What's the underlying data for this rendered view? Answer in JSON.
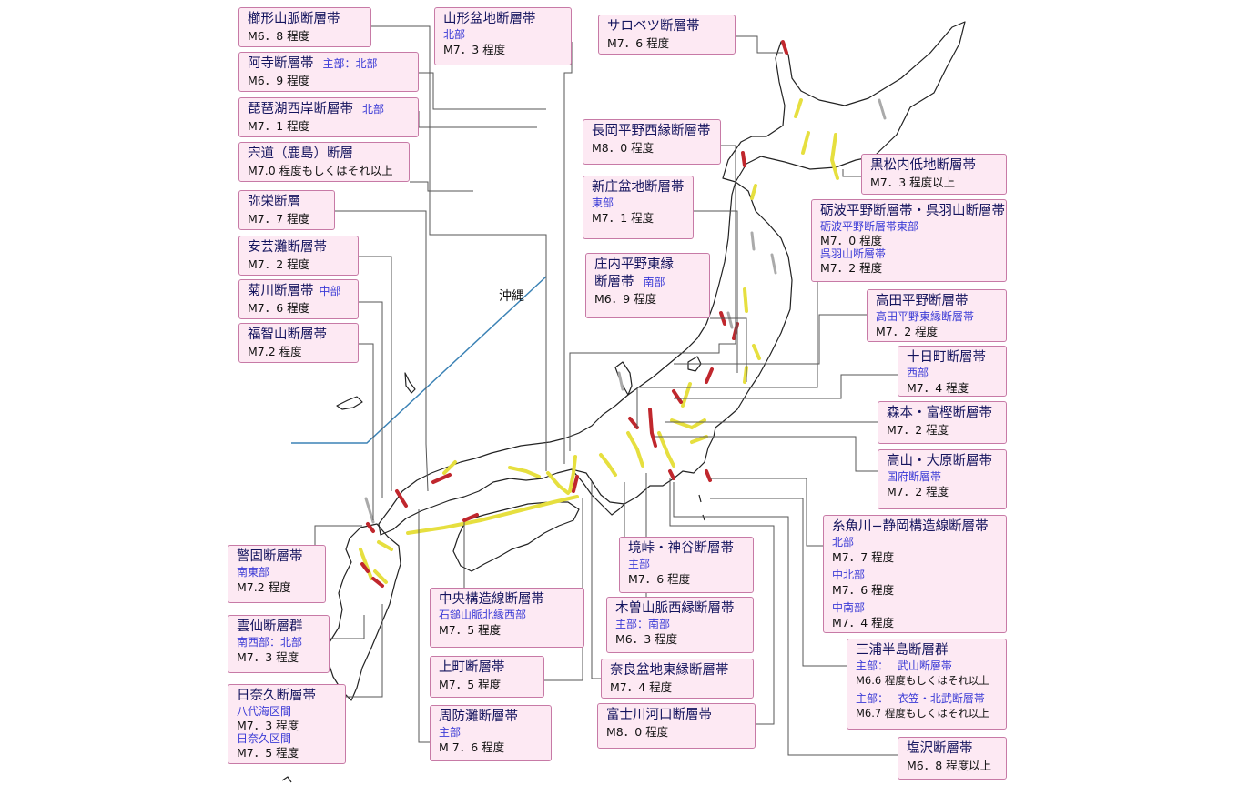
{
  "map_label": "沖縄",
  "colors": {
    "box_bg": "#fde9f3",
    "box_border": "#c77aa6",
    "title": "#14145e",
    "sub": "#3b3bd6",
    "fault_high": "#c0272d",
    "fault_mid": "#e6df3f",
    "fault_low": "#aaaaaa",
    "okinawa_line": "#3b82b5"
  },
  "boxes": {
    "b1": {
      "title": "櫛形山脈断層帯",
      "mag": "M6．8 程度"
    },
    "b2": {
      "title": "阿寺断層帯",
      "tsub": "主部：北部",
      "mag": "M6．9 程度"
    },
    "b3": {
      "title": "琵琶湖西岸断層帯",
      "tsub": "北部",
      "mag": "M7．1 程度"
    },
    "b4": {
      "title": "宍道（鹿島）断層",
      "mag": "M7.0 程度もしくはそれ以上"
    },
    "b5": {
      "title": "弥栄断層",
      "mag": "M7．7 程度"
    },
    "b6": {
      "title": "安芸灘断層帯",
      "mag": "M7．2 程度"
    },
    "b7": {
      "title": "菊川断層帯",
      "tsub": "中部",
      "mag": "M7．6 程度"
    },
    "b8": {
      "title": "福智山断層帯",
      "mag": "M7.2 程度"
    },
    "b9": {
      "title": "警固断層帯",
      "sub": "南東部",
      "mag": "M7.2 程度"
    },
    "b10": {
      "title": "雲仙断層群",
      "sub": "南西部：北部",
      "mag": "M7．3 程度"
    },
    "b11": {
      "title": "日奈久断層帯",
      "sub1": "八代海区間",
      "mag1": "M7．3 程度",
      "sub2": "日奈久区間",
      "mag2": "M7．5 程度"
    },
    "b12": {
      "title": "山形盆地断層帯",
      "sub": "北部",
      "mag": "M7．3 程度"
    },
    "b13": {
      "title": "サロベツ断層帯",
      "mag": "M7．6 程度"
    },
    "b14": {
      "title": "長岡平野西縁断層帯",
      "mag": "M8．0 程度"
    },
    "b15": {
      "title": "新庄盆地断層帯",
      "sub": "東部",
      "mag": "M7．1 程度"
    },
    "b16": {
      "title": "庄内平野東縁",
      "title2": "断層帯",
      "tsub": "南部",
      "mag": "M6．9 程度"
    },
    "b17": {
      "title": "黒松内低地断層帯",
      "mag": "M7．3 程度以上"
    },
    "b18": {
      "title": "砺波平野断層帯・呉羽山断層帯",
      "sub1": "砺波平野断層帯東部",
      "mag1": "M7．0 程度",
      "sub2": "呉羽山断層帯",
      "mag2": "M7．2 程度"
    },
    "b19": {
      "title": "高田平野断層帯",
      "sub": "高田平野東縁断層帯",
      "mag": "M7．2 程度"
    },
    "b20": {
      "title": "十日町断層帯",
      "sub": "西部",
      "mag": "M7．4 程度"
    },
    "b21": {
      "title": "森本・富樫断層帯",
      "mag": "M7．2 程度"
    },
    "b22": {
      "title": "高山・大原断層帯",
      "sub": "国府断層帯",
      "mag": "M7．2 程度"
    },
    "b23": {
      "title": "糸魚川−静岡構造線断層帯",
      "sub1": "北部",
      "mag1": "M7．7 程度",
      "sub2": "中北部",
      "mag2": "M7．6 程度",
      "sub3": "中南部",
      "mag3": "M7．4 程度"
    },
    "b24": {
      "title": "三浦半島断層群",
      "sub1a": "主部：",
      "sub1b": "武山断層帯",
      "mag1": "M6.6 程度もしくはそれ以上",
      "sub2a": "主部：",
      "sub2b": "衣笠・北武断層帯",
      "mag2": "M6.7 程度もしくはそれ以上"
    },
    "b25": {
      "title": "塩沢断層帯",
      "mag": "M6．8 程度以上"
    },
    "b26": {
      "title": "中央構造線断層帯",
      "sub": "石鎚山脈北縁西部",
      "mag": "M7．5 程度"
    },
    "b27": {
      "title": "上町断層帯",
      "mag": "M7．5 程度"
    },
    "b28": {
      "title": "周防灘断層帯",
      "sub": "主部",
      "mag": "M 7．6 程度"
    },
    "b29": {
      "title": "境峠・神谷断層帯",
      "sub": "主部",
      "mag": "M7．6 程度"
    },
    "b30": {
      "title": "木曽山脈西縁断層帯",
      "sub": "主部：南部",
      "mag": "M6．3 程度"
    },
    "b31": {
      "title": "奈良盆地東縁断層帯",
      "mag": "M7．4 程度"
    },
    "b32": {
      "title": "富士川河口断層帯",
      "mag": "M8．0 程度"
    }
  }
}
